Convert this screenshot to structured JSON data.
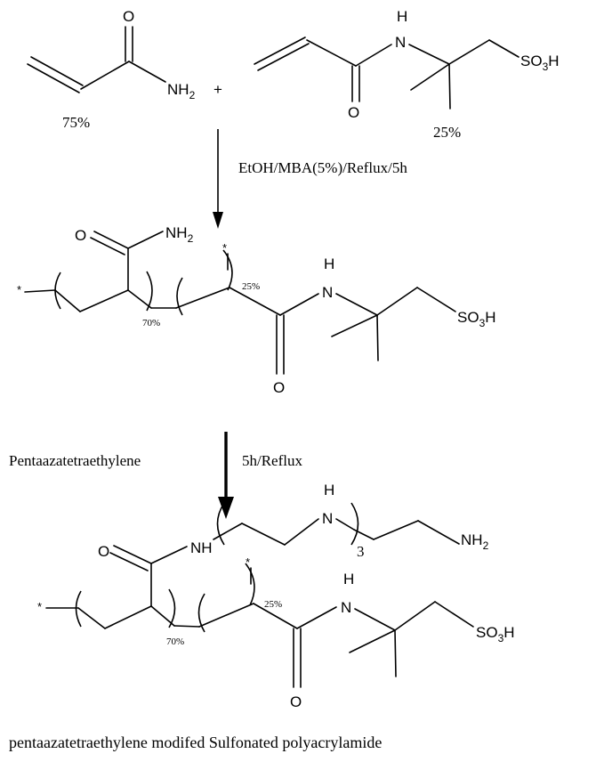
{
  "reactants": {
    "acrylamide": {
      "o": "O",
      "nh2": "NH",
      "sub2": "2",
      "percent": "75%"
    },
    "plus": "+",
    "amps": {
      "o": "O",
      "h": "H",
      "n": "N",
      "so3h": "SO",
      "sub3": "3",
      "h_end": "H",
      "percent": "25%"
    }
  },
  "step1": {
    "conditions": "EtOH/MBA(5%)/Reflux/5h"
  },
  "copolymer": {
    "o_top": "O",
    "nh2": "NH",
    "sub2": "2",
    "star_left": "*",
    "star_top": "*",
    "percent_70": "70%",
    "percent_25": "25%",
    "h": "H",
    "n": "N",
    "o_bottom": "O",
    "so3h": "SO",
    "sub3": "3",
    "h_end": "H"
  },
  "step2": {
    "reagent": "Pentaazatetraethylene",
    "conditions": "5h/Reflux"
  },
  "product": {
    "o_top": "O",
    "nh": "NH",
    "h_mid": "H",
    "n_mid": "N",
    "repeat": "3",
    "nh2": "NH",
    "sub2": "2",
    "star_left": "*",
    "star_top": "*",
    "percent_70": "70%",
    "percent_25": "25%",
    "h": "H",
    "n": "N",
    "o_bottom": "O",
    "so3h": "SO",
    "sub3": "3",
    "h_end": "H"
  },
  "caption": "pentaazatetraethylene modifed Sulfonated polyacrylamide"
}
